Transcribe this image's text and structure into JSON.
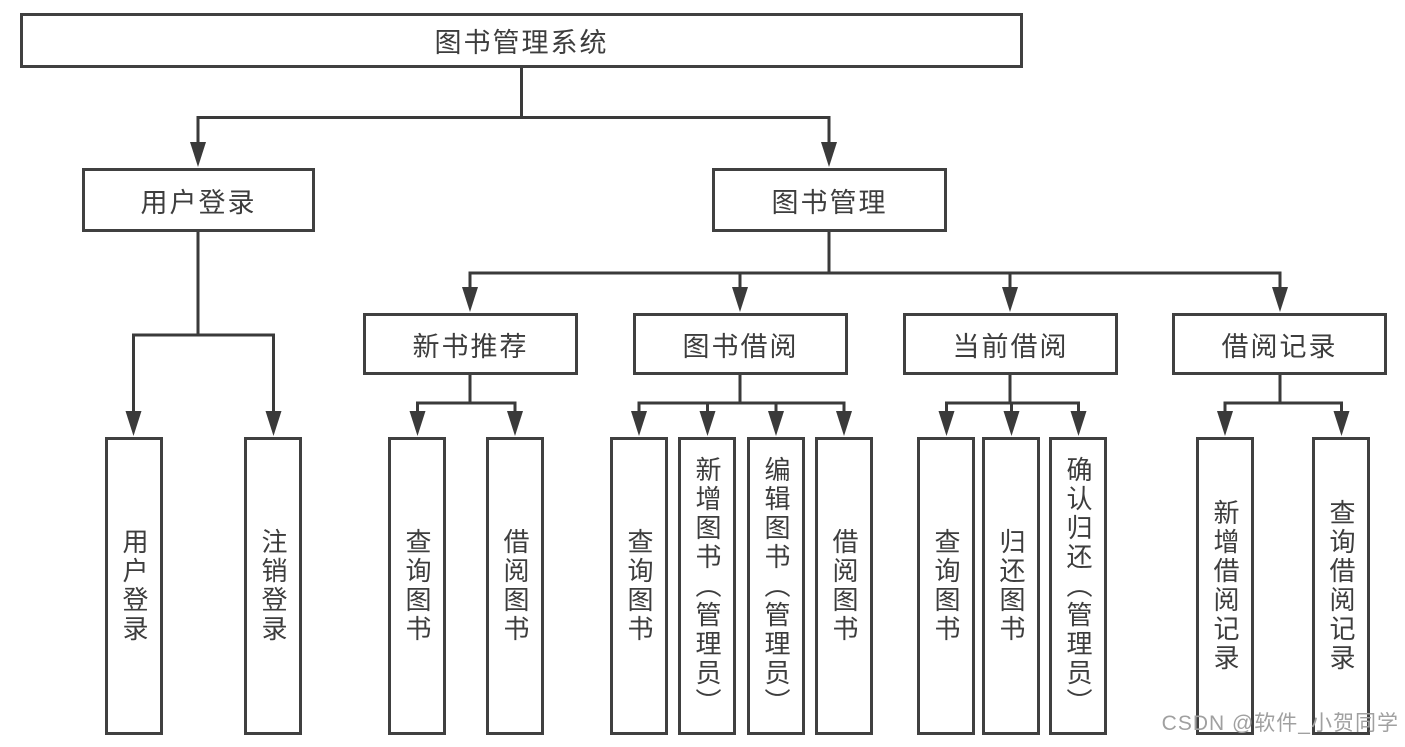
{
  "diagram": {
    "root": "图书管理系统",
    "level2": {
      "user_login": "用户登录",
      "book_management": "图书管理"
    },
    "level3": {
      "new_book_recommend": "新书推荐",
      "book_borrow": "图书借阅",
      "current_borrow": "当前借阅",
      "borrow_records": "借阅记录"
    },
    "leaves": [
      "用户登录",
      "注销登录",
      "查询图书",
      "借阅图书",
      "查询图书",
      "新增图书（管理员）",
      "编辑图书（管理员）",
      "借阅图书",
      "查询图书",
      "归还图书",
      "确认归还（管理员）",
      "新增借阅记录",
      "查询借阅记录"
    ]
  },
  "watermark": "CSDN @软件_小贺同学",
  "colors": {
    "line": "#3a3a3a",
    "box_border": "#404040",
    "text": "#3d3d3d",
    "watermark": "#a0a0a0",
    "background": "#ffffff"
  }
}
